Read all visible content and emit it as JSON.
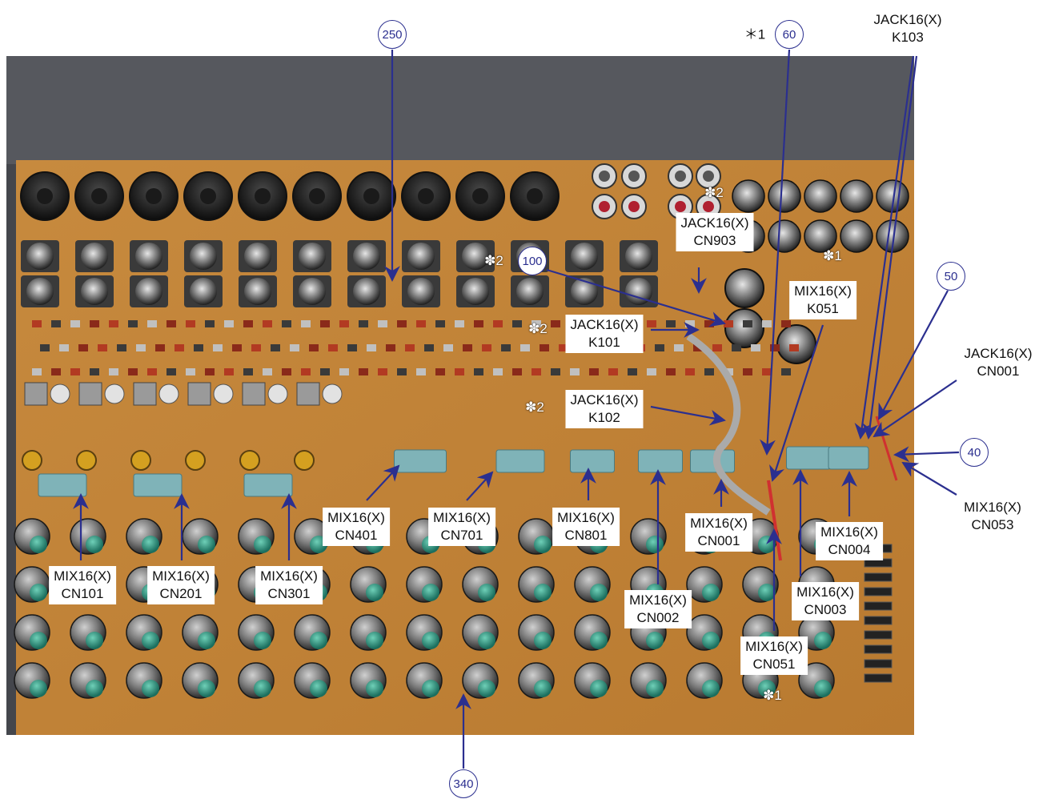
{
  "labels": {
    "jack_k103": [
      "JACK16(X)",
      "K103"
    ],
    "jack_cn903": [
      "JACK16(X)",
      "CN903"
    ],
    "mix_k051": [
      "MIX16(X)",
      "K051"
    ],
    "jack_k101": [
      "JACK16(X)",
      "K101"
    ],
    "jack_cn001": [
      "JACK16(X)",
      "CN001"
    ],
    "jack_k102": [
      "JACK16(X)",
      "K102"
    ],
    "mix_cn053": [
      "MIX16(X)",
      "CN053"
    ],
    "mix_cn401": [
      "MIX16(X)",
      "CN401"
    ],
    "mix_cn701": [
      "MIX16(X)",
      "CN701"
    ],
    "mix_cn801": [
      "MIX16(X)",
      "CN801"
    ],
    "mix_cn001": [
      "MIX16(X)",
      "CN001"
    ],
    "mix_cn004": [
      "MIX16(X)",
      "CN004"
    ],
    "mix_cn101": [
      "MIX16(X)",
      "CN101"
    ],
    "mix_cn201": [
      "MIX16(X)",
      "CN201"
    ],
    "mix_cn301": [
      "MIX16(X)",
      "CN301"
    ],
    "mix_cn002": [
      "MIX16(X)",
      "CN002"
    ],
    "mix_cn003": [
      "MIX16(X)",
      "CN003"
    ],
    "mix_cn051": [
      "MIX16(X)",
      "CN051"
    ]
  },
  "circles": {
    "c250": "250",
    "c60": "60",
    "c100": "100",
    "c50": "50",
    "c40": "40",
    "c340": "340"
  },
  "marks": {
    "m_top_1": "＊1",
    "m_2a": "✽2",
    "m_1a": "✽1",
    "m_2b": "✽2",
    "m_2c": "✽2",
    "m_2d": "✽2",
    "m_1b": "✽1"
  },
  "colors": {
    "pcb": "#c98a3c",
    "panel": "#3c3c40",
    "callout": "#2b2f8f",
    "connector": "#7fb3b8"
  }
}
